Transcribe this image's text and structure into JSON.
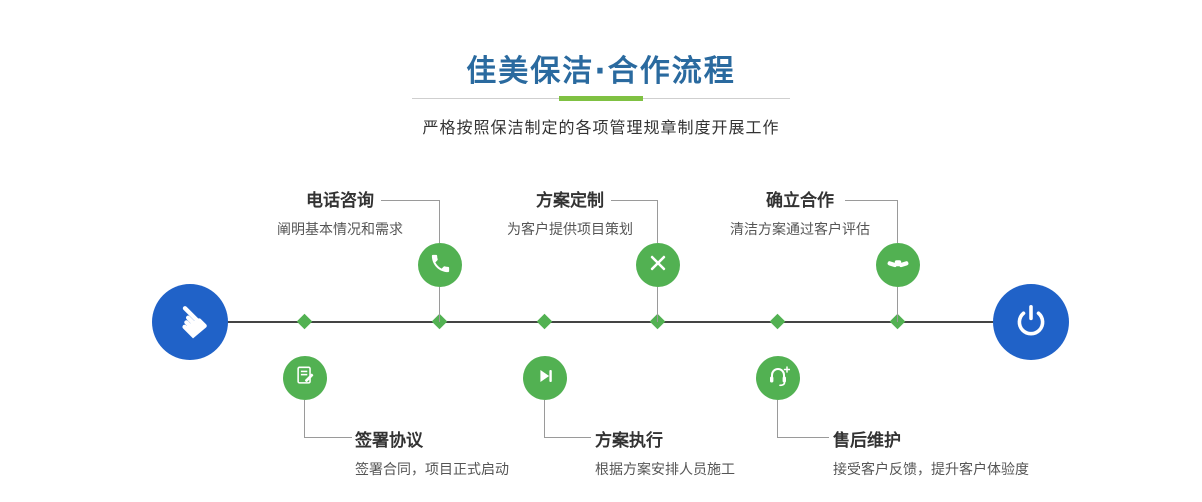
{
  "colors": {
    "title_blue": "#2a6a9f",
    "accent_green": "#7fc142",
    "node_green": "#52b152",
    "node_blue": "#2062c8",
    "line_dark": "#444444",
    "connector_gray": "#9a9a9a",
    "title_text": "#333333",
    "desc_text": "#555555"
  },
  "header": {
    "title": "佳美保洁·合作流程",
    "subtitle": "严格按照保洁制定的各项管理规章制度开展工作"
  },
  "flow": {
    "start_icon": "pointing-hand-icon",
    "start_glyph": "☚",
    "end_icon": "power-icon",
    "top_steps": [
      {
        "title": "电话咨询",
        "desc": "阐明基本情况和需求",
        "icon": "phone-icon"
      },
      {
        "title": "方案定制",
        "desc": "为客户提供项目策划",
        "icon": "design-tools-icon"
      },
      {
        "title": "确立合作",
        "desc": "清洁方案通过客户评估",
        "icon": "handshake-icon"
      }
    ],
    "bottom_steps": [
      {
        "title": "签署协议",
        "desc": "签署合同，项目正式启动",
        "icon": "contract-icon"
      },
      {
        "title": "方案执行",
        "desc": "根据方案安排人员施工",
        "icon": "play-icon"
      },
      {
        "title": "售后维护",
        "desc": "接受客户反馈，提升客户体验度",
        "icon": "headset-icon"
      }
    ]
  }
}
